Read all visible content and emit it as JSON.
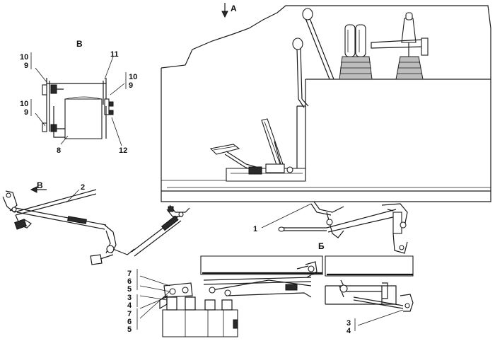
{
  "view_labels": {
    "A": "А",
    "B": "Б",
    "V": "В",
    "V_arrow": "В"
  },
  "callouts": {
    "c1": "1",
    "c2": "2",
    "c8": "8",
    "c11": "11",
    "c12": "12",
    "c10_a": "10",
    "c9_a": "9",
    "c10_b": "10",
    "c9_b": "9",
    "c10_c": "10",
    "c9_c": "9",
    "c7_a": "7",
    "c6_a": "6",
    "c5_a": "5",
    "c3_a": "3",
    "c4_a": "4",
    "c7_b": "7",
    "c6_b": "6",
    "c5_b": "5",
    "c3_b": "3",
    "c4_b": "4"
  }
}
